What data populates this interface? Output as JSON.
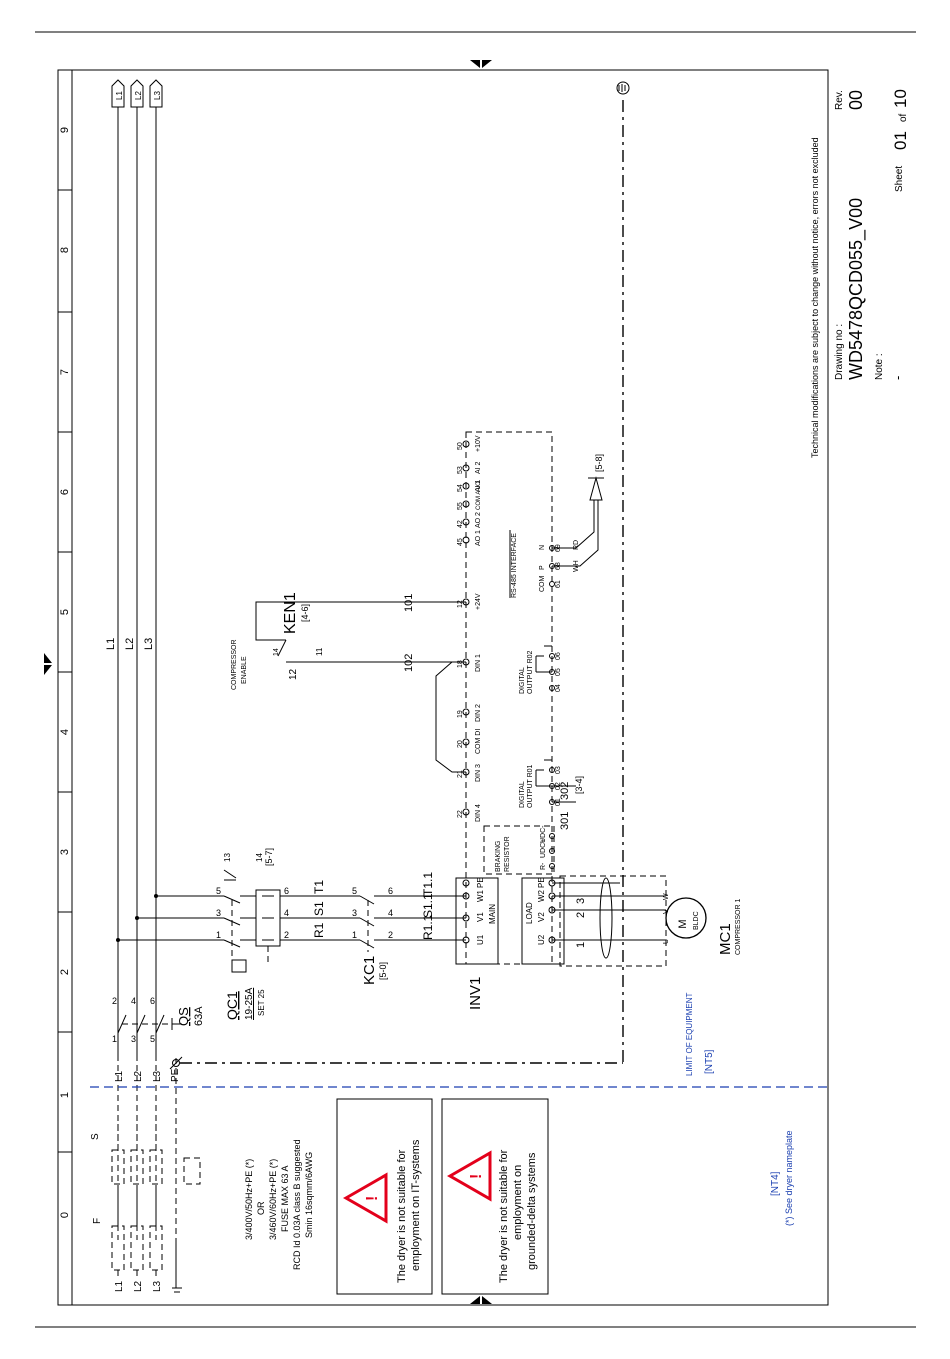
{
  "title_block": {
    "drawing_no_label": "Drawing no :",
    "drawing_no": "WD5478QCD055_V00",
    "rev_label": "Rev.",
    "rev": "00",
    "note_label": "Note :",
    "note": "-",
    "sheet_label": "Sheet",
    "sheet_num": "01",
    "sheet_of": "of",
    "sheet_total": "10",
    "disclaimer": "Technical modifications are subject to change without notice, errors not excluded"
  },
  "grid": {
    "columns": [
      "0",
      "1",
      "2",
      "3",
      "4",
      "5",
      "6",
      "7",
      "8",
      "9"
    ]
  },
  "supply": {
    "spec_lines": [
      "3/400V/50Hz+PE (*)",
      "OR",
      "3/460V/60Hz+PE (*)",
      "FUSE MAX 63 A",
      "RCD Id 0.03A class B suggested",
      "Smin 16sqmm/6AWG"
    ],
    "fuse_label": "F",
    "switch_label": "S",
    "phases": [
      "L1",
      "L2",
      "L3"
    ],
    "pe_label": "PE",
    "nt4": "[NT4]",
    "nameplate_note": "(*) See dryer nameplate"
  },
  "warnings": [
    {
      "text": [
        "The dryer is not suitable for",
        "employment on IT-systems"
      ]
    },
    {
      "text": [
        "The dryer is not suitable for",
        "employment on",
        "grounded-delta systems"
      ]
    }
  ],
  "limit": {
    "label": "LIMIT OF EQUIPMENT",
    "ref": "[NT5]"
  },
  "components": {
    "qs": {
      "name": "QS",
      "rating": "63A"
    },
    "qc1": {
      "name": "QC1",
      "range": "19-25A",
      "set": "SET 25",
      "aux_a": "13",
      "aux_b": "14",
      "ref": "[5-7]"
    },
    "kc1": {
      "name": "KC1",
      "ref": "[5-0]"
    },
    "inv1": {
      "name": "INV1"
    },
    "ken1": {
      "name": "KEN1",
      "ref": "[4-6]",
      "pin_a": "11",
      "pin_b": "12",
      "pin_c": "14",
      "title_1": "COMPRESSOR",
      "title_2": "ENABLE"
    },
    "mc1": {
      "name": "MC1",
      "sub": "COMPRESSOR 1",
      "motor_1": "M",
      "motor_2": "BLDC"
    }
  },
  "wires": {
    "l_labels": [
      "L1",
      "L2",
      "L3"
    ],
    "terms_in": [
      "1",
      "3",
      "5"
    ],
    "terms_out": [
      "2",
      "4",
      "6"
    ],
    "stage1": [
      "R1",
      "S1",
      "T1"
    ],
    "stage2": [
      "R1.1",
      "S1.1",
      "T1.1"
    ],
    "w101": "101",
    "w102": "102",
    "w301": "301",
    "w302": "302",
    "ref_3_4": "[3-4]",
    "ref_5_8": "[5-8]"
  },
  "inverter": {
    "main_terms": [
      "U1",
      "V1",
      "W1",
      "PE"
    ],
    "main_label": "MAIN",
    "load_terms": [
      "U2",
      "V2",
      "W2",
      "PE"
    ],
    "load_label": "LOAD",
    "load_wires": [
      "1",
      "2",
      "3"
    ],
    "braking": [
      "R-",
      "UDC+",
      "UDC-"
    ],
    "braking_label": [
      "BRAKING",
      "RESISTOR"
    ],
    "din_pins": [
      {
        "num": "22",
        "name": "DIN 4"
      },
      {
        "num": "21",
        "name": "DIN 3"
      },
      {
        "num": "20",
        "name": "COM DI"
      },
      {
        "num": "19",
        "name": "DIN 2"
      },
      {
        "num": "18",
        "name": "DIN 1"
      },
      {
        "num": "12",
        "name": "+24V"
      }
    ],
    "ro1": {
      "pins": [
        "01",
        "02",
        "03"
      ],
      "label": [
        "DIGITAL",
        "OUTPUT R01"
      ]
    },
    "ro2": {
      "pins": [
        "04",
        "05",
        "06"
      ],
      "label": [
        "DIGITAL",
        "OUTPUT R02"
      ]
    },
    "rs485": {
      "label": "RS-485 INTERFACE",
      "pins": [
        "61",
        "68",
        "69"
      ],
      "names": [
        "COM",
        "P",
        "N"
      ],
      "wires": [
        "WH",
        "RD"
      ]
    },
    "analog": [
      {
        "num": "45",
        "name": "AO 1"
      },
      {
        "num": "42",
        "name": "AO 2"
      },
      {
        "num": "55",
        "name": "COM A I/O"
      },
      {
        "num": "54",
        "name": "AI 1"
      },
      {
        "num": "53",
        "name": "AI 2"
      },
      {
        "num": "50",
        "name": "+10V"
      }
    ]
  },
  "motor_leads": [
    "U",
    "V",
    "W"
  ]
}
